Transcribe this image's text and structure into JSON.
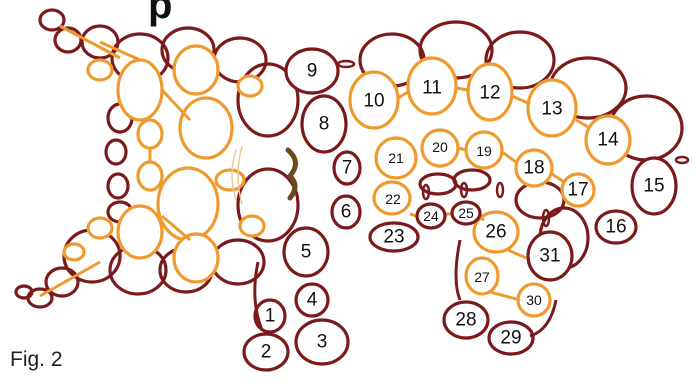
{
  "title_fragment": "p",
  "caption": "Fig. 2",
  "colors": {
    "brown": "#7b1a1a",
    "orange": "#ef9a2e",
    "picot": "#6b4a1f",
    "rings_fill": "#ffffff",
    "background": "#ffffff"
  },
  "ring_labels": {
    "r1": "1",
    "r2": "2",
    "r3": "3",
    "r4": "4",
    "r5": "5",
    "r6": "6",
    "r7": "7",
    "r8": "8",
    "r9": "9",
    "r10": "10",
    "r11": "11",
    "r12": "12",
    "r13": "13",
    "r14": "14",
    "r15": "15",
    "r16": "16",
    "r17": "17",
    "r18": "18",
    "r19": "19",
    "r20": "20",
    "r21": "21",
    "r22": "22",
    "r23": "23",
    "r24": "24",
    "r25": "25",
    "r26": "26",
    "r27": "27",
    "r28": "28",
    "r29": "29",
    "r30": "30",
    "r31": "31"
  }
}
